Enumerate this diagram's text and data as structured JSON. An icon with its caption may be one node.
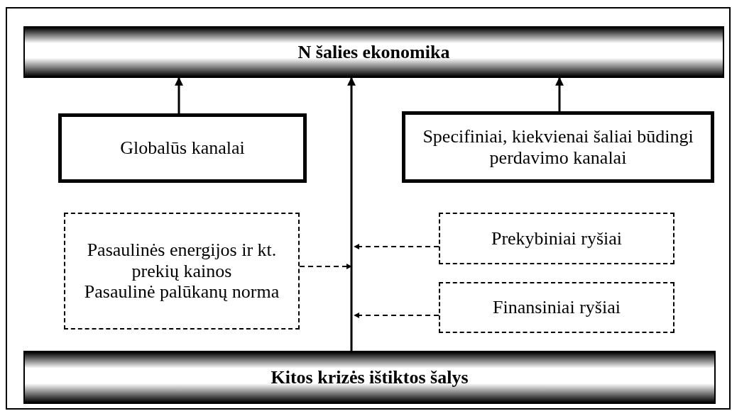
{
  "diagram": {
    "nodes": [
      {
        "text": [
          "N šalies ekonomika"
        ]
      },
      {
        "text": [
          "Globalūs kanalai"
        ]
      },
      {
        "text": [
          "Specifiniai, kiekvienai šaliai būdingi perdavimo kanalai"
        ]
      },
      {
        "text": [
          "Pasaulinės energijos ir kt. prekių kainos",
          "Pasaulinė palūkanų norma"
        ]
      },
      {
        "text": [
          "Prekybiniai ryšiai"
        ]
      },
      {
        "text": [
          "Finansiniai ryšiai"
        ]
      },
      {
        "text": [
          "Kitos krizės ištiktos šalys"
        ]
      }
    ],
    "edges": [
      {
        "from": 1,
        "to": 0,
        "arrow": "to"
      },
      {
        "from": 6,
        "to": 0,
        "arrow": "to"
      },
      {
        "from": 2,
        "to": 0,
        "arrow": "to"
      },
      {
        "from": 3,
        "to": null,
        "arrow": "to",
        "style": "dashed"
      },
      {
        "from": 4,
        "to": null,
        "arrow": "to",
        "style": "dashed"
      },
      {
        "from": 5,
        "to": null,
        "arrow": "to",
        "style": "dashed"
      }
    ]
  }
}
